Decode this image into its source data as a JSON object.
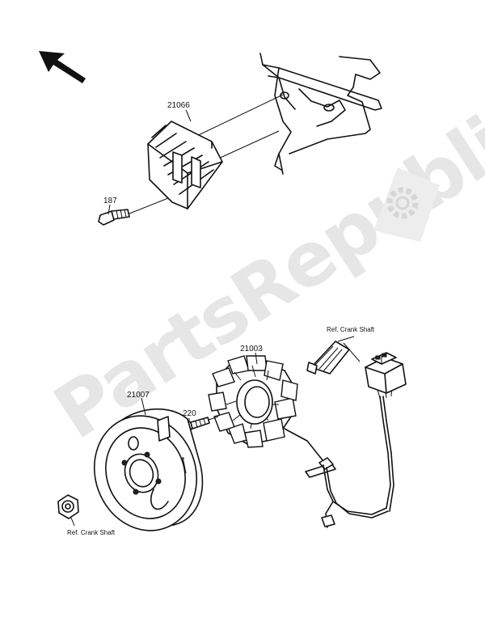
{
  "watermark": {
    "text": "PartsRepublik"
  },
  "labels": {
    "regulator": "21066",
    "bolt": "187",
    "stator": "21003",
    "rotor": "21007",
    "rotor_bolt": "220",
    "ref_crank_top": "Ref. Crank Shaft",
    "ref_crank_bottom": "Ref. Crank Shaft"
  },
  "icons": {
    "direction_arrow": "arrow-up-left-icon",
    "watermark_gear": "gear-icon"
  }
}
